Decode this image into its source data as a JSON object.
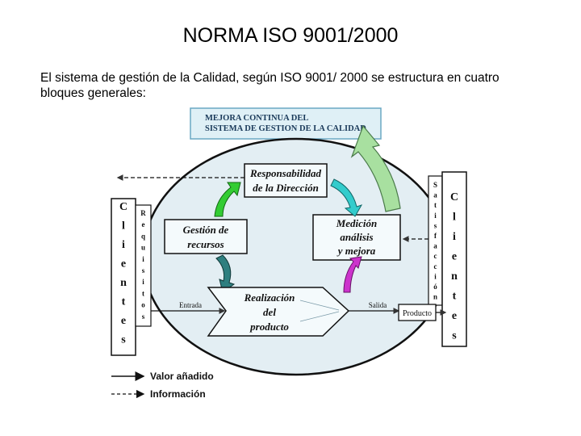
{
  "title": "NORMA ISO 9001/2000",
  "intro": {
    "line1": "El sistema de gestión de la Calidad, según ISO 9001/ 2000 se estructura en cuatro",
    "line2": "bloques generales:"
  },
  "diagram": {
    "top_box": {
      "line1": "MEJORA CONTINUA DEL",
      "line2": "SISTEMA DE GESTION DE LA CALIDAD"
    },
    "responsabilidad": {
      "line1": "Responsabilidad",
      "line2": "de la Dirección"
    },
    "recursos": {
      "line1": "Gestión de",
      "line2": "recursos"
    },
    "medicion": {
      "line1": "Medición",
      "line2": "análisis",
      "line3": "y mejora"
    },
    "realizacion": {
      "line1": "Realización",
      "line2": "del",
      "line3": "producto"
    },
    "entrada": "Entrada",
    "salida": "Salida",
    "producto": "Producto",
    "clientes_left": [
      "C",
      "l",
      "i",
      "e",
      "n",
      "t",
      "e",
      "s"
    ],
    "requisitos": [
      "R",
      "e",
      "q",
      "u",
      "i",
      "s",
      "i",
      "t",
      "o",
      "s"
    ],
    "satisfaccion": [
      "S",
      "a",
      "t",
      "i",
      "s",
      "f",
      "a",
      "c",
      "c",
      "i",
      "ó",
      "n"
    ],
    "clientes_right": [
      "C",
      "l",
      "i",
      "e",
      "n",
      "t",
      "e",
      "s"
    ]
  },
  "legend": {
    "valor": "Valor añadido",
    "info": "Información"
  },
  "colors": {
    "top_box": "#dff0f6",
    "ellipse": "#e3eef3",
    "box_fill": "#f4fafc",
    "arrow_green": "#33cc33",
    "arrow_cyan": "#33cccc",
    "arrow_teal": "#2e7f7f",
    "arrow_magenta": "#cc33cc",
    "big_arrow": "#a8e0a0"
  }
}
